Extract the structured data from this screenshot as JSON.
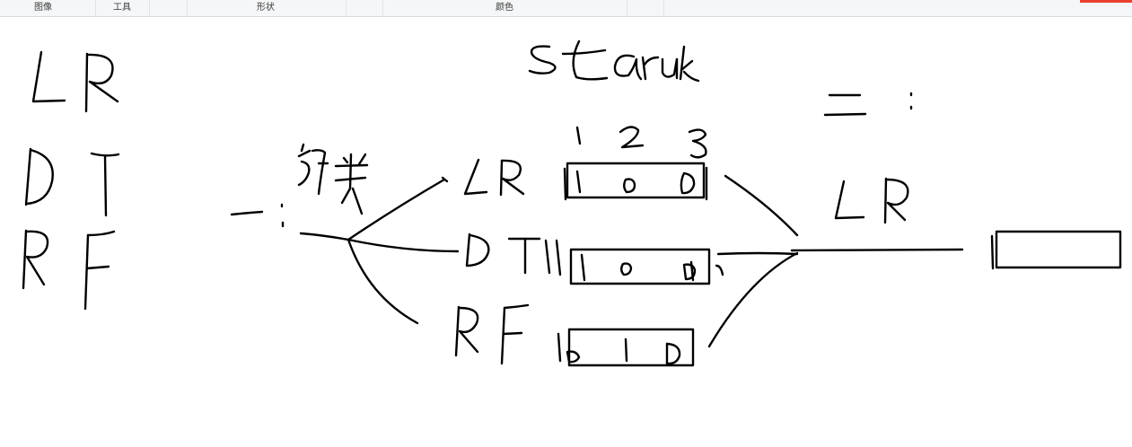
{
  "ribbon": {
    "groups": [
      "图像",
      "工具",
      "形状",
      "颜色"
    ],
    "accent_color": "#e8412c"
  },
  "canvas": {
    "background_color": "#ffffff",
    "ink_color": "#000000"
  }
}
